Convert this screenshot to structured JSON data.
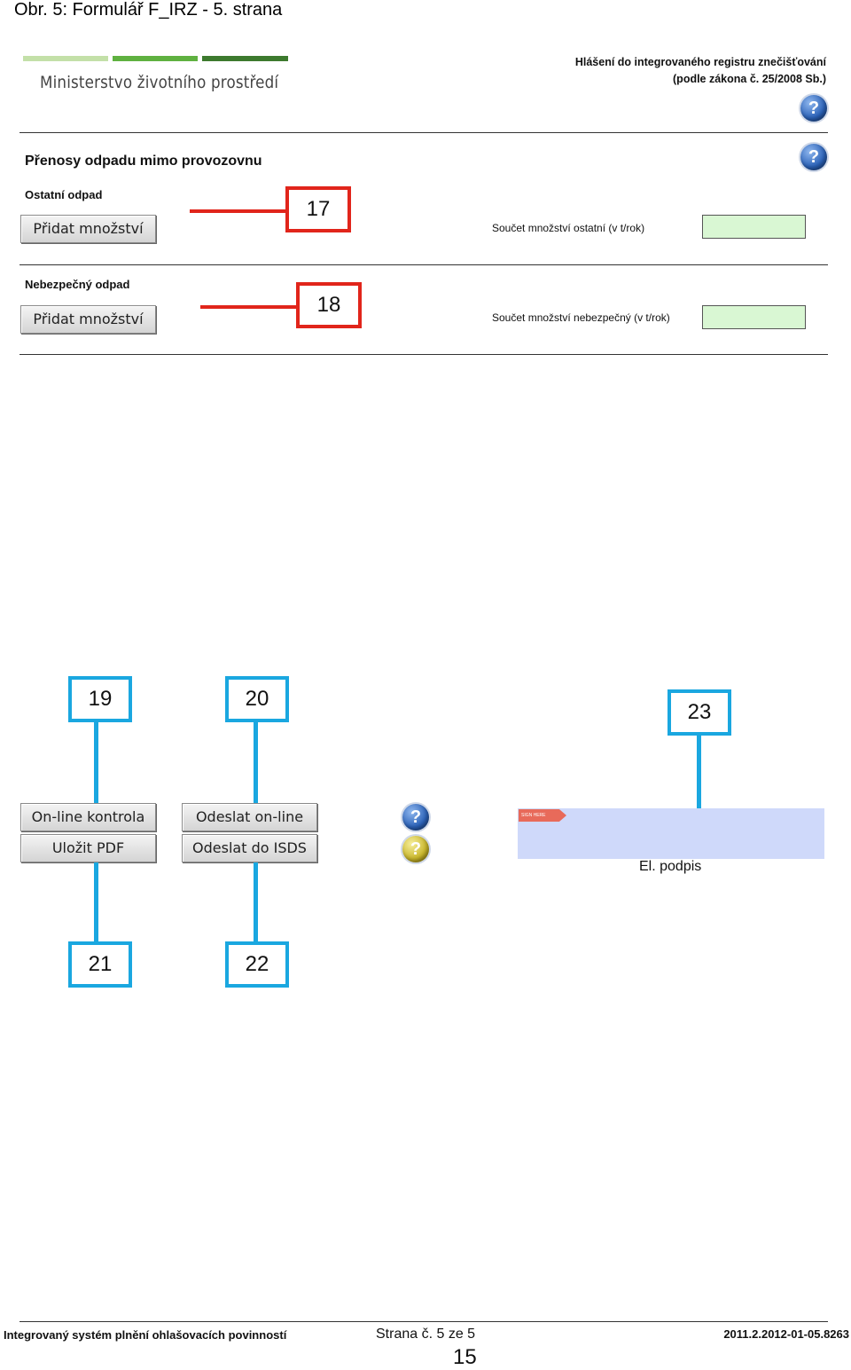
{
  "caption": "Obr. 5: Formulář F_IRZ - 5. strana",
  "header": {
    "ministry": "Ministerstvo životního prostředí",
    "brand_bar_colors": [
      "#c3e0a8",
      "#5fb140",
      "#3d7a2e"
    ],
    "report_title_line1": "Hlášení do integrovaného registru znečišťování",
    "report_title_line2": "(podle zákona č. 25/2008 Sb.)",
    "help_icon": "?"
  },
  "section": {
    "title": "Přenosy odpadu mimo provozovnu",
    "help_icon": "?",
    "other_waste": {
      "label": "Ostatní odpad",
      "button": "Přidat množství",
      "sum_label": "Součet množství ostatní (v t/rok)",
      "sum_value": ""
    },
    "hazardous_waste": {
      "label": "Nebezpečný odpad",
      "button": "Přidat množství",
      "sum_label": "Součet množství nebezpečný (v t/rok)",
      "sum_value": ""
    }
  },
  "callouts": {
    "c17": "17",
    "c18": "18",
    "c19": "19",
    "c20": "20",
    "c21": "21",
    "c22": "22",
    "c23": "23"
  },
  "actions": {
    "online_check": "On-line kontrola",
    "save_pdf": "Uložit PDF",
    "send_online": "Odeslat on-line",
    "send_isds": "Odeslat do ISDS",
    "help_icon": "?",
    "info_icon": "?"
  },
  "signature": {
    "tag": "SIGN HERE",
    "label": "El. podpis"
  },
  "footer": {
    "left": "Integrovaný systém plnění ohlašovacích povinností",
    "middle": "Strana č. 5 ze 5",
    "right": "2011.2.2012-01-05.8263",
    "page_number": "15"
  },
  "colors": {
    "callout_red": "#e1251b",
    "callout_blue": "#1aa7e0",
    "sum_field": "#d9f7d3",
    "signature_area": "#cfd9fa"
  }
}
